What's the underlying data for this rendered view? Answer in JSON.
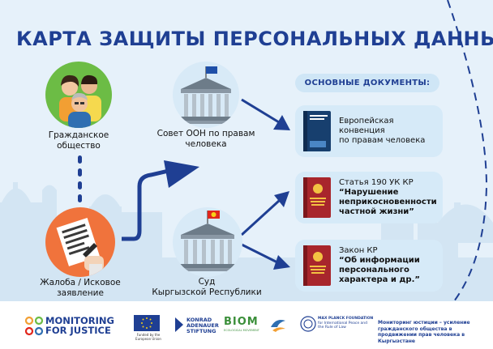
{
  "title": "КАРТА ЗАЩИТЫ ПЕРСОНАЛЬНЫХ ДАННЫХ",
  "nodes": {
    "civil_society": [
      "Гражданское",
      "общество"
    ],
    "un_council": [
      "Совет ООН по правам",
      "человека"
    ],
    "complaint": [
      "Жалоба / Исковое",
      "заявление"
    ],
    "court": [
      "Суд",
      "Кыргызской Республики"
    ]
  },
  "documents": {
    "header": "ОСНОВНЫЕ ДОКУМЕНТЫ:",
    "items": [
      {
        "lines": [
          "Европейская",
          "конвенция",
          "по правам человека"
        ],
        "book_color": "#173f6e"
      },
      {
        "lines": [
          "Статья 190 УК КР",
          "“Нарушение",
          "неприкосновенности",
          "частной жизни”"
        ],
        "book_color": "#a8262c"
      },
      {
        "lines": [
          "Закон КР",
          "“Об информации",
          "персонального",
          "характера и др.”"
        ],
        "book_color": "#a8262c"
      }
    ]
  },
  "footer": {
    "mfj_line1": "MONITORING",
    "mfj_line2": "FOR JUSTICE",
    "eu_caption": "Funded by the European Union",
    "kas_line1": "KONRAD",
    "kas_line2": "ADENAUER",
    "kas_line3": "STIFTUNG",
    "biom_name": "BIOM",
    "biom_caption": "ECOLOGICAL MOVEMENT",
    "mpf_line1": "MAX PLANCK FOUNDATION",
    "mpf_line2": "for International Peace and",
    "mpf_line3": "the Rule of Law",
    "project_text": "Мониторинг юстиции – усиление гражданского общества в продвижении прав человека в Кыргызстане"
  },
  "colors": {
    "title": "#1f3f93",
    "arrow": "#1f3f93",
    "background": "#e6f1fa",
    "card": "#d6eaf8",
    "dash_line": "#1f3f93"
  }
}
